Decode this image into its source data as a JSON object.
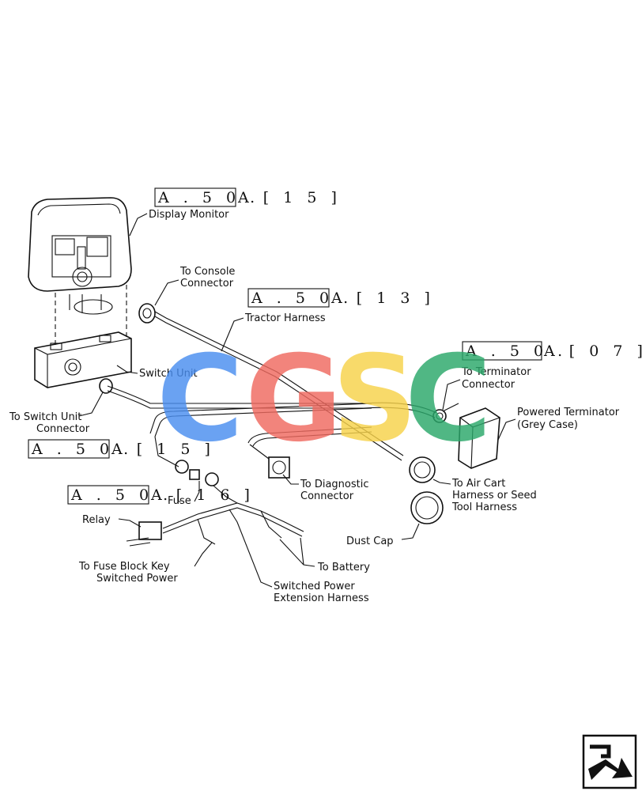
{
  "refs": {
    "display": {
      "box": "A . 5 0 .",
      "tail": "A  [ 1 5 ]"
    },
    "tractor": {
      "box": "A . 5 0 .",
      "tail": "A  [ 1 3 ]"
    },
    "terminator": {
      "box": "A . 5 0 .",
      "tail": "A  [ 0 7 ]"
    },
    "switch": {
      "box": "A . 5 0 .",
      "tail": "A  [ 1 5 ]"
    },
    "fuse": {
      "box": "A . 5 0 .",
      "tail": "A  [ 1 6 ]"
    }
  },
  "labels": {
    "display_monitor": "Display Monitor",
    "to_console_1": "To Console",
    "to_console_2": "Connector",
    "tractor_harness": "Tractor Harness",
    "to_terminator_1": "To Terminator",
    "to_terminator_2": "Connector",
    "powered_terminator_1": "Powered Terminator",
    "powered_terminator_2": "(Grey Case)",
    "switch_unit": "Switch Unit",
    "to_switch_unit_1": "To Switch Unit",
    "to_switch_unit_2": "Connector",
    "to_diagnostic_1": "To Diagnostic",
    "to_diagnostic_2": "Connector",
    "to_air_cart_1": "To Air Cart",
    "to_air_cart_2": "Harness or Seed",
    "to_air_cart_3": "Tool Harness",
    "fuse": "Fuse",
    "relay": "Relay",
    "dust_cap": "Dust Cap",
    "to_fuse_block_1": "To Fuse Block Key",
    "to_fuse_block_2": "Switched Power",
    "to_battery": "To Battery",
    "switched_power_1": "Switched Power",
    "switched_power_2": "Extension Harness"
  },
  "watermark": {
    "letters": [
      "C",
      "G",
      "S",
      "C"
    ],
    "colors": [
      "#4a8ef0",
      "#f06a60",
      "#f7d24a",
      "#2aa86a"
    ]
  },
  "colors": {
    "line": "#111111",
    "background": "#ffffff"
  },
  "icons": {
    "corner": "next-page-arrow-icon"
  }
}
